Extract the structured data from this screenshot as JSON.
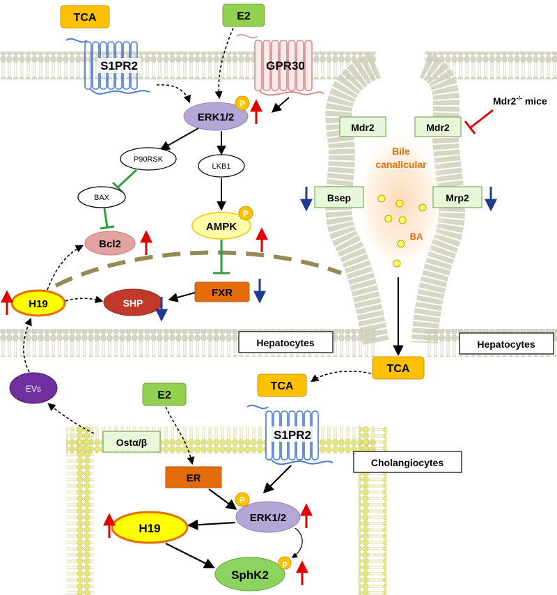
{
  "labels": {
    "tca_top": "TCA",
    "e2_top": "E2",
    "s1pr2_top": "S1PR2",
    "gpr30": "GPR30",
    "erk_top": "ERK1/2",
    "p90rsk": "P90RSK",
    "bax": "BAX",
    "bcl2": "Bcl2",
    "lkb1": "LKB1",
    "ampk": "AMPK",
    "fxr": "FXR",
    "h19_left": "H19",
    "shp": "SHP",
    "hepatocytes_left": "Hepatocytes",
    "hepatocytes_right": "Hepatocytes",
    "mdr2_left": "Mdr2",
    "mdr2_right": "Mdr2",
    "mdr2_mice": "Mdr2",
    "mdr2_mice_sup": "-/-",
    "mdr2_mice_suffix": " mice",
    "bile_line1": "Bile",
    "bile_line2": "canalicular",
    "bsep": "Bsep",
    "mrp2": "Mrp2",
    "ba": "BA",
    "tca_mid_right": "TCA",
    "tca_mid": "TCA",
    "evs": "EVs",
    "e2_bottom": "E2",
    "ost": "Ostα/β",
    "s1pr2_bottom": "S1PR2",
    "cholangiocytes": "Cholangiocytes",
    "er": "ER",
    "erk_bottom": "ERK1/2",
    "h19_bottom": "H19",
    "sphk2": "SphK2",
    "p": "P",
    "p_small": "p"
  },
  "colors": {
    "tca": "#ffc000",
    "e2": "#92d050",
    "membrane": "#d8d8c4",
    "membrane_cholangio": "#e2e28a",
    "erk": "#b4a7d6",
    "up_arrow": "#e00000",
    "down_arrow": "#1f3b8f",
    "inhibit": "#2e9e3e",
    "fxr": "#e46c0a",
    "evs": "#7030a0",
    "sphk2": "#8dd35f"
  }
}
